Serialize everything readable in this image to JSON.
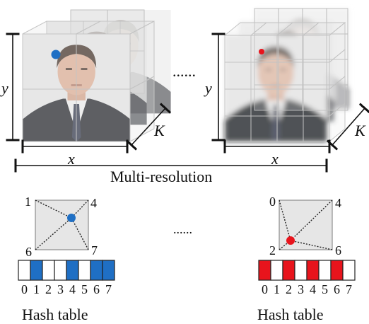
{
  "left_volume": {
    "axis_y": "y",
    "axis_x": "x",
    "axis_k": "K",
    "point_color": "#1f6fc4"
  },
  "right_volume": {
    "axis_y": "y",
    "axis_x": "x",
    "axis_k": "K",
    "point_color": "#e8141c"
  },
  "ellipsis_top": "......",
  "ellipsis_bottom": "......",
  "caption_multires": "Multi-resolution",
  "left_cell": {
    "corners": {
      "top_left": "1",
      "top_right": "4",
      "bottom_left": "6",
      "bottom_right": "7"
    },
    "point_color": "#1f6fc4"
  },
  "right_cell": {
    "corners": {
      "top_left": "0",
      "top_right": "4",
      "bottom_left": "2",
      "bottom_right": "6"
    },
    "point_color": "#e8141c"
  },
  "left_hash": {
    "indices": [
      "0",
      "1",
      "2",
      "3",
      "4",
      "5",
      "6",
      "7"
    ],
    "filled": [
      false,
      true,
      false,
      false,
      true,
      false,
      true,
      true
    ],
    "fill_color": "#1f6fc4",
    "label": "Hash table"
  },
  "right_hash": {
    "indices": [
      "0",
      "1",
      "2",
      "3",
      "4",
      "5",
      "6",
      "7"
    ],
    "filled": [
      true,
      false,
      true,
      false,
      true,
      false,
      true,
      false
    ],
    "fill_color": "#e8141c",
    "label": "Hash table"
  }
}
